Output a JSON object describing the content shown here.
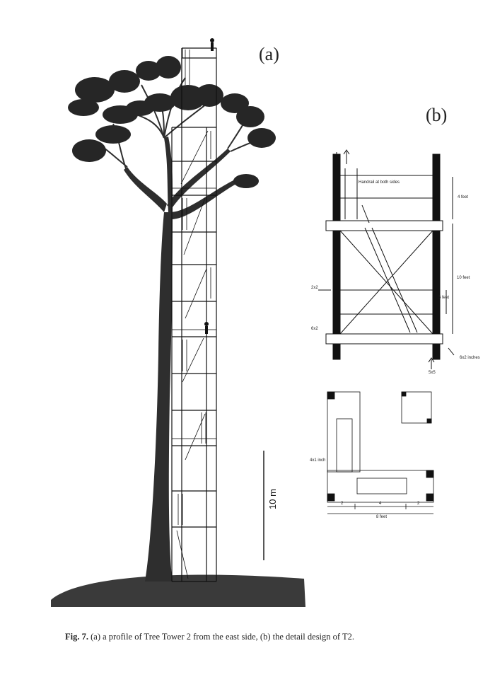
{
  "panels": {
    "a": "(a)",
    "b": "(b)"
  },
  "scale_bar": {
    "label": "10 m"
  },
  "detail_labels": {
    "handrail": "Handrail at both sides",
    "four_feet": "4 feet",
    "ten_feet": "10 feet",
    "three_feet": "3 feet",
    "two_by_two": "2x2",
    "six_by_two": "6x2",
    "six_by_two_inches": "6x2 inches",
    "five_by_five": "5x5",
    "four_by_one_inch": "4x1 inch",
    "dim_2_left": "2",
    "dim_4": "4",
    "dim_2_right": "2",
    "eight_feet": "8 feet"
  },
  "caption": {
    "prefix": "Fig. 7.",
    "text": " (a) a profile of Tree Tower 2 from the east side, (b) the detail design of T2."
  },
  "colors": {
    "ink": "#111111",
    "canopy": "#2a2a2a",
    "ground": "#3a3a3a"
  }
}
